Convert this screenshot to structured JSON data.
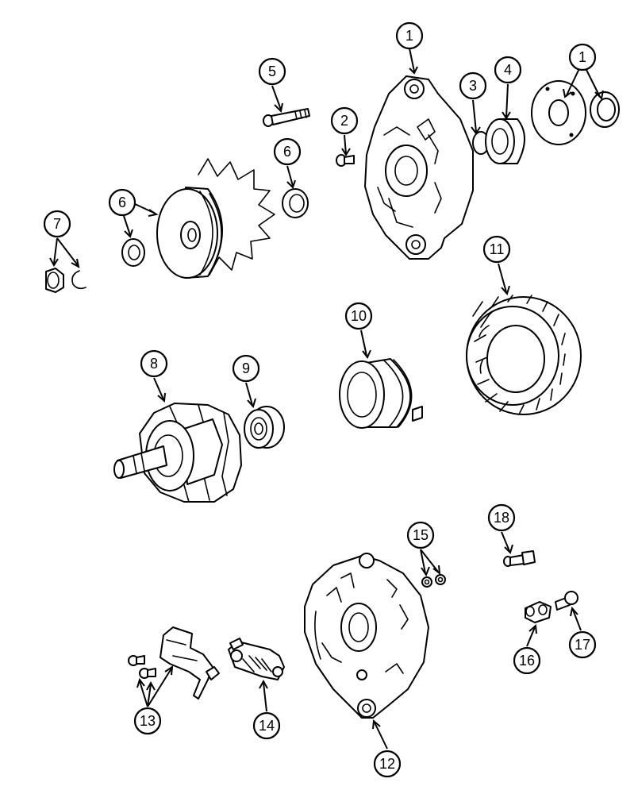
{
  "callouts": [
    {
      "id": "c1a",
      "label": "1"
    },
    {
      "id": "c1b",
      "label": "1"
    },
    {
      "id": "c2",
      "label": "2"
    },
    {
      "id": "c3",
      "label": "3"
    },
    {
      "id": "c4",
      "label": "4"
    },
    {
      "id": "c5",
      "label": "5"
    },
    {
      "id": "c6a",
      "label": "6"
    },
    {
      "id": "c6b",
      "label": "6"
    },
    {
      "id": "c7",
      "label": "7"
    },
    {
      "id": "c8",
      "label": "8"
    },
    {
      "id": "c9",
      "label": "9"
    },
    {
      "id": "c10",
      "label": "10"
    },
    {
      "id": "c11",
      "label": "11"
    },
    {
      "id": "c12",
      "label": "12"
    },
    {
      "id": "c13",
      "label": "13"
    },
    {
      "id": "c14",
      "label": "14"
    },
    {
      "id": "c15",
      "label": "15"
    },
    {
      "id": "c16",
      "label": "16"
    },
    {
      "id": "c17",
      "label": "17"
    },
    {
      "id": "c18",
      "label": "18"
    }
  ]
}
